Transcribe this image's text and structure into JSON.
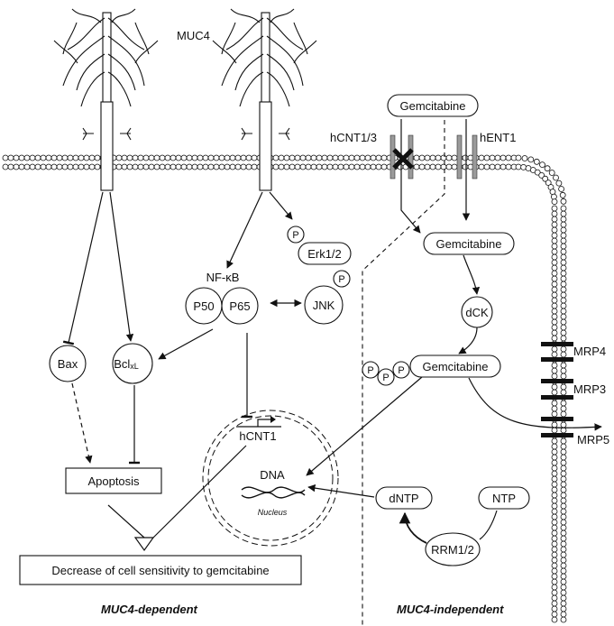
{
  "muc4_label": "MUC4",
  "transporters": {
    "hcnt": "hCNT1/3",
    "hent": "hENT1"
  },
  "gemcitabine": {
    "outside": "Gemcitabine",
    "inside": "Gemcitabine",
    "phosphorylated": "Gemcitabine"
  },
  "enzymes": {
    "dck": "dCK",
    "rrm": "RRM1/2",
    "dntp": "dNTP",
    "ntp": "NTP"
  },
  "phospho": "P",
  "signaling": {
    "erk": "Erk1/2",
    "jnk": "JNK",
    "nfkb": "NF-κB",
    "p50": "P50",
    "p65": "P65",
    "bax": "Bax",
    "bclxl_main": "Bcl",
    "bclxl_sub": "xL"
  },
  "nucleus": {
    "gene": "hCNT1",
    "dna": "DNA",
    "label": "Nucleus"
  },
  "outputs": {
    "apoptosis": "Apoptosis",
    "decrease": "Decrease of cell sensitivity to gemcitabine"
  },
  "efflux": {
    "mrp4": "MRP4",
    "mrp3": "MRP3",
    "mrp5": "MRP5"
  },
  "sections": {
    "left": "MUC4-dependent",
    "right": "MUC4-independent"
  }
}
